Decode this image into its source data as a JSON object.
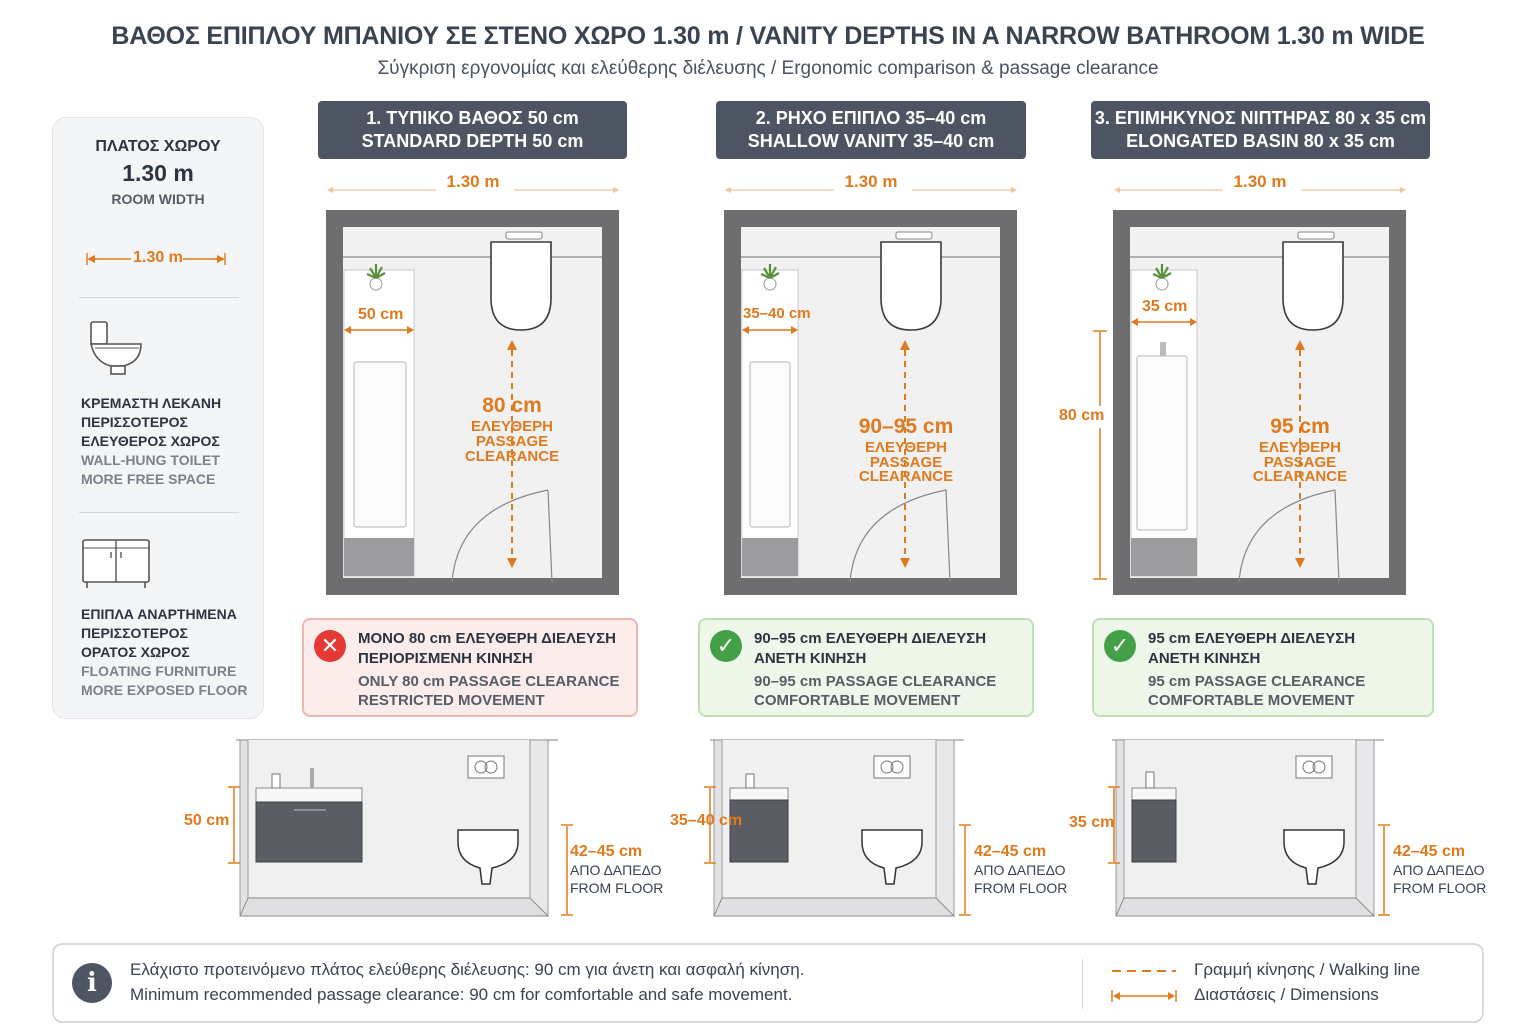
{
  "title": "ΒΑΘΟΣ ΕΠΙΠΛΟΥ ΜΠΑΝΙΟΥ ΣΕ ΣΤΕΝΟ ΧΩΡΟ 1.30 m / VANITY DEPTHS IN A NARROW BATHROOM 1.30 m WIDE",
  "subtitle": "Σύγκριση εργονομίας και ελεύθερης διέλευσης / Ergonomic comparison & passage clearance",
  "sidebar": {
    "room_width_gr": "ΠΛΑΤΟΣ ΧΩΡΟΥ",
    "room_width_value": "1.30 m",
    "room_width_en": "ROOM WIDTH",
    "arrow_label": "1.30 m",
    "toilet_gr": [
      "ΚΡΕΜΑΣΤΗ ΛΕΚΑΝΗ",
      "ΠΕΡΙΣΣΟΤΕΡΟΣ",
      "ΕΛΕΥΘΕΡΟΣ ΧΩΡΟΣ"
    ],
    "toilet_en": [
      "WALL-HUNG TOILET",
      "MORE FREE SPACE"
    ],
    "furniture_gr": [
      "ΕΠΙΠΛΑ ΑΝΑΡΤΗΜΕΝΑ",
      "ΠΕΡΙΣΣΟΤΕΡΟΣ",
      "ΟΡΑΤΟΣ ΧΩΡΟΣ"
    ],
    "furniture_en": [
      "FLOATING FURNITURE",
      "MORE EXPOSED FLOOR"
    ]
  },
  "options": [
    {
      "header_gr": "1. ΤΥΠΙΚΟ ΒΑΘΟΣ 50 cm",
      "header_en": "STANDARD DEPTH 50 cm",
      "width_label": "1.30 m",
      "depth_label": "50 cm",
      "clearance_value": "80 cm",
      "clearance_gr": "ΕΛΕΥΘΕΡΗ",
      "clearance_en1": "PASSAGE",
      "clearance_en2": "CLEARANCE",
      "status": "bad",
      "status_icon": "✕",
      "status_gr1": "ΜΟΝΟ 80 cm ΕΛΕΥΘΕΡΗ ΔΙΕΛΕΥΣΗ",
      "status_gr2": "ΠΕΡΙΟΡΙΣΜΕΝΗ ΚΙΝΗΣΗ",
      "status_en1": "ONLY 80 cm PASSAGE CLEARANCE",
      "status_en2": "RESTRICTED MOVEMENT",
      "elev_depth_label": "50 cm",
      "elev_height_value": "42–45 cm",
      "elev_height_gr": "ΑΠΟ ΔΑΠΕΔΟ",
      "elev_height_en": "FROM FLOOR"
    },
    {
      "header_gr": "2. ΡΗΧΟ ΕΠΙΠΛΟ 35–40 cm",
      "header_en": "SHALLOW VANITY 35–40 cm",
      "width_label": "1.30 m",
      "depth_label": "35–40 cm",
      "clearance_value": "90–95 cm",
      "clearance_gr": "ΕΛΕΥΘΕΡΗ",
      "clearance_en1": "PASSAGE",
      "clearance_en2": "CLEARANCE",
      "status": "good",
      "status_icon": "✓",
      "status_gr1": "90–95 cm ΕΛΕΥΘΕΡΗ ΔΙΕΛΕΥΣΗ",
      "status_gr2": "ΑΝΕΤΗ ΚΙΝΗΣΗ",
      "status_en1": "90–95 cm PASSAGE CLEARANCE",
      "status_en2": "COMFORTABLE MOVEMENT",
      "elev_depth_label": "35–40 cm",
      "elev_height_value": "42–45 cm",
      "elev_height_gr": "ΑΠΟ ΔΑΠΕΔΟ",
      "elev_height_en": "FROM FLOOR"
    },
    {
      "header_gr": "3. ΕΠΙΜΗΚΥΝΟΣ ΝΙΠΤΗΡΑΣ 80 x 35 cm",
      "header_en": "ELONGATED BASIN 80 x 35 cm",
      "width_label": "1.30 m",
      "depth_label": "35 cm",
      "length_label": "80 cm",
      "clearance_value": "95 cm",
      "clearance_gr": "ΕΛΕΥΘΕΡΗ",
      "clearance_en1": "PASSAGE",
      "clearance_en2": "CLEARANCE",
      "status": "good",
      "status_icon": "✓",
      "status_gr1": "95 cm ΕΛΕΥΘΕΡΗ ΔΙΕΛΕΥΣΗ",
      "status_gr2": "ΑΝΕΤΗ ΚΙΝΗΣΗ",
      "status_en1": "95 cm PASSAGE CLEARANCE",
      "status_en2": "COMFORTABLE MOVEMENT",
      "elev_depth_label": "35 cm",
      "elev_height_value": "42–45 cm",
      "elev_height_gr": "ΑΠΟ ΔΑΠΕΔΟ",
      "elev_height_en": "FROM FLOOR"
    }
  ],
  "footer": {
    "info_icon": "i",
    "note_gr": "Ελάχιστο προτεινόμενο πλάτος ελεύθερης διέλευσης: 90 cm για άνετη και ασφαλή κίνηση.",
    "note_en": "Minimum recommended passage clearance: 90 cm for comfortable and safe movement.",
    "legend_walking": "Γραμμή κίνησης / Walking line",
    "legend_dimensions": "Διαστάσεις / Dimensions"
  },
  "colors": {
    "accent": "#e07a1e",
    "header_bg": "#4d5563",
    "bad": "#e53935",
    "good": "#43a047",
    "wall": "#6e6e70",
    "cabinet": "#5a5d62"
  }
}
